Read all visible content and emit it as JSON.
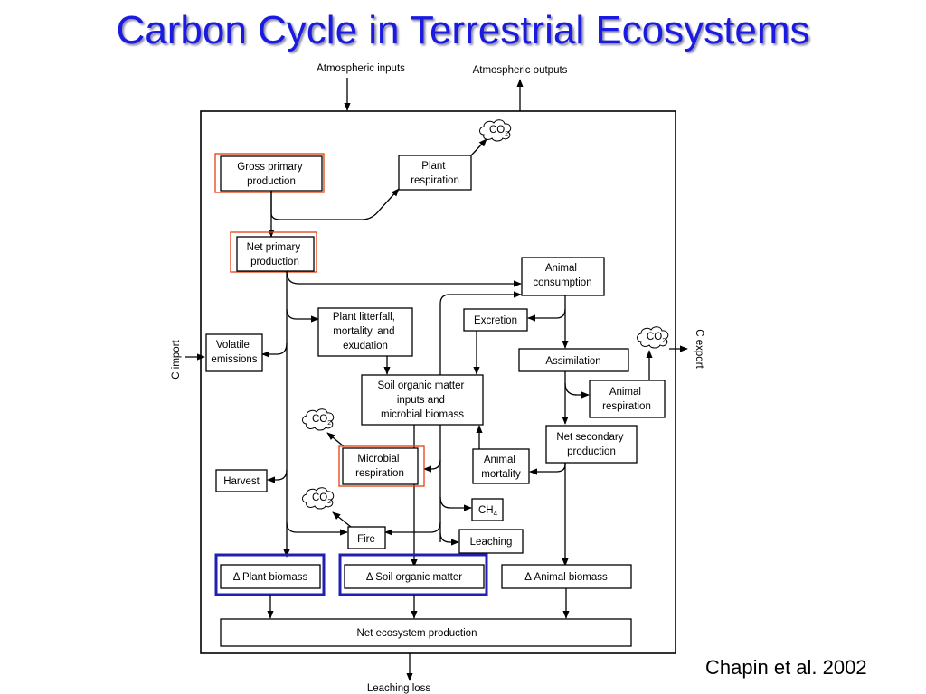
{
  "slide": {
    "title": "Carbon Cycle in Terrestrial Ecosystems",
    "citation": "Chapin et al. 2002"
  },
  "diagram": {
    "labels": {
      "atm_inputs": "Atmospheric inputs",
      "atm_outputs": "Atmospheric outputs",
      "c_import": "C import",
      "c_export": "C export",
      "leaching_loss": "Leaching loss"
    },
    "co2": {
      "base": "CO",
      "sub": "2"
    },
    "ch4": {
      "base": "CH",
      "sub": "4"
    },
    "delta": "Δ",
    "boxes": {
      "gpp": [
        "Gross primary",
        "production"
      ],
      "plant_resp": [
        "Plant",
        "respiration"
      ],
      "npp": [
        "Net primary",
        "production"
      ],
      "animal_cons": [
        "Animal",
        "consumption"
      ],
      "litterfall": [
        "Plant litterfall,",
        "mortality, and",
        "exudation"
      ],
      "excretion": [
        "Excretion"
      ],
      "volatile": [
        "Volatile",
        "emissions"
      ],
      "assimilation": [
        "Assimilation"
      ],
      "som_inputs": [
        "Soil organic matter",
        "inputs and",
        "microbial biomass"
      ],
      "animal_resp": [
        "Animal",
        "respiration"
      ],
      "net_secondary": [
        "Net secondary",
        "production"
      ],
      "microbial_resp": [
        "Microbial",
        "respiration"
      ],
      "animal_mort": [
        "Animal",
        "mortality"
      ],
      "harvest": [
        "Harvest"
      ],
      "fire": [
        "Fire"
      ],
      "leaching": [
        "Leaching"
      ],
      "plant_biomass": "Plant biomass",
      "soil_om": "Soil organic matter",
      "animal_biomass": "Animal biomass",
      "nep": [
        "Net ecosystem production"
      ]
    }
  }
}
